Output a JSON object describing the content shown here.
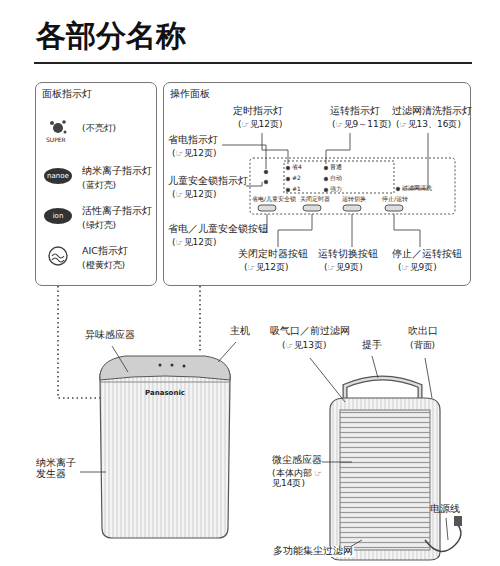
{
  "diagram": {
    "title": "各部分名称",
    "nodes": [
      {
        "text": [
          "面板指示灯"
        ]
      },
      {
        "text": [
          "操作面板"
        ]
      }
    ],
    "labels": [
      "SUPER",
      "(不亮灯)",
      "nanoe",
      "纳米离子指示灯",
      "(蓝灯亮)",
      "ion",
      "活性离子指示灯",
      "(绿灯亮)",
      "AIC指示灯",
      "(橙黄灯亮)",
      "定时指示灯",
      "(☞见12页)",
      "运转指示灯",
      "(☞见9～11页)",
      "过滤网清洗指示灯",
      "(☞见13、16页)",
      "省电指示灯",
      "(☞见12页)",
      "儿童安全锁指示灯",
      "(☞见12页)",
      "省电／儿童安全锁按钮",
      "(☞见12页)",
      "关闭定时器按钮",
      "(☞见12页)",
      "运转切换按钮",
      "(☞见9页)",
      "停止／运转按钮",
      "(☞见9页)",
      "省4",
      "#2",
      "#1",
      "普通",
      "自动",
      "强力",
      "过滤网清洗",
      "省电/儿童安全锁",
      "关闭定时器",
      "运转切换",
      "停止/运转",
      "异味感应器",
      "主机",
      "吸气口／前过滤网",
      "(☞见13页)",
      "提手",
      "吹出口",
      "(背面)",
      "Panasonic",
      "纳米离子发生器",
      "微尘感应器",
      "(本体内部 ☞见14页)",
      "电源线",
      "多功能集尘过滤网"
    ]
  }
}
